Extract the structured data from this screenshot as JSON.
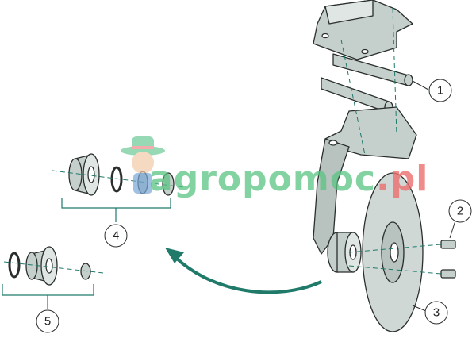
{
  "callouts": [
    "1",
    "2",
    "3",
    "4",
    "5"
  ],
  "watermark": {
    "main": "agropomoc",
    "suffix": ".pl"
  },
  "colors": {
    "part_fill": "#c5cfcb",
    "part_stroke": "#2a2f2e",
    "accent": "#1f7a6a",
    "arrow": "#1f7a6a"
  }
}
